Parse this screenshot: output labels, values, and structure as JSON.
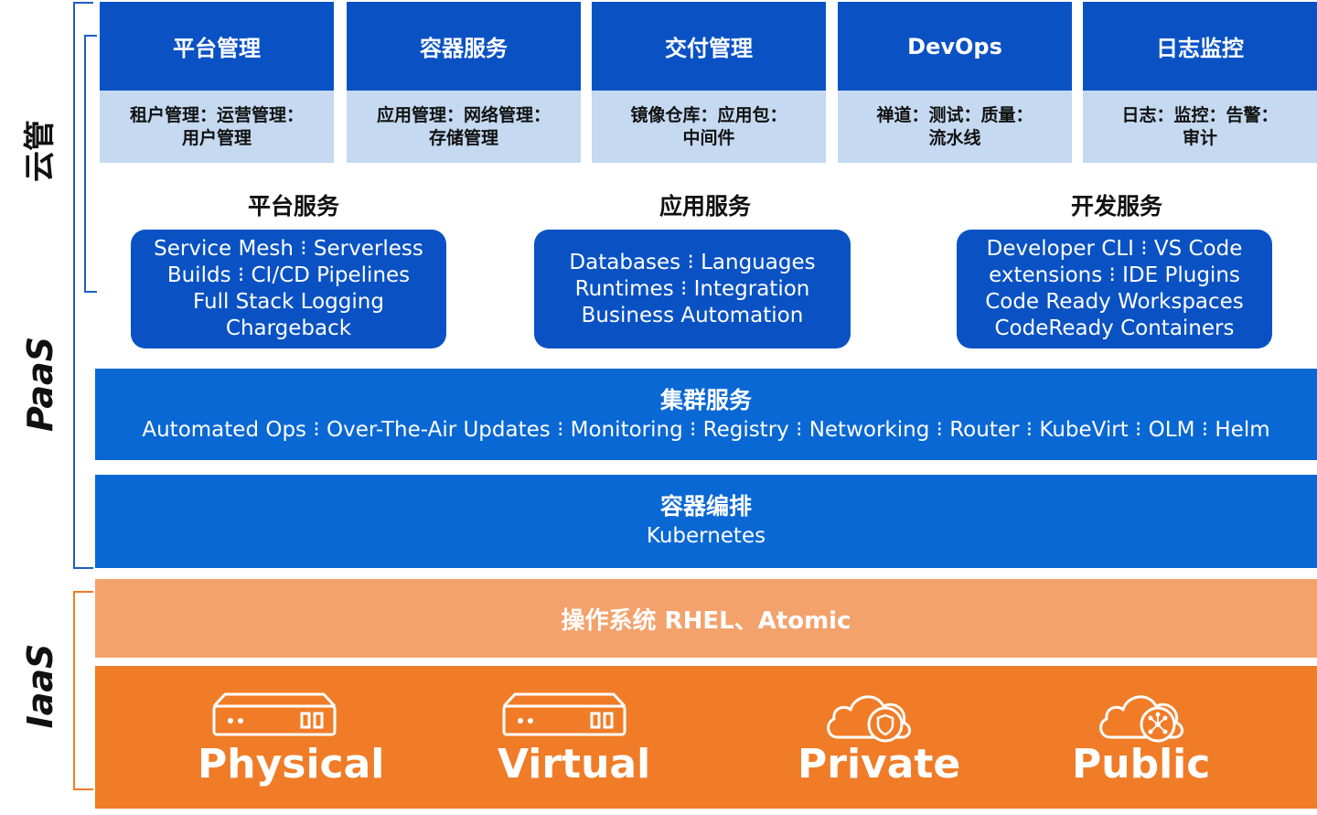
{
  "side_labels": {
    "cloud_mgmt": "云管",
    "paas": "PaaS",
    "iaas": "IaaS"
  },
  "management": [
    {
      "title": "平台管理",
      "line1": "租户管理：运营管理：",
      "line2": "用户管理"
    },
    {
      "title": "容器服务",
      "line1": "应用管理：网络管理：",
      "line2": "存储管理"
    },
    {
      "title": "交付管理",
      "line1": "镜像仓库：应用包：",
      "line2": "中间件"
    },
    {
      "title": "DevOps",
      "line1": "禅道：测试：质量：",
      "line2": "流水线"
    },
    {
      "title": "日志监控",
      "line1": "日志：监控：告警：",
      "line2": "审计"
    }
  ],
  "services": [
    {
      "title": "平台服务",
      "lines": [
        "Service Mesh ⁝ Serverless",
        "Builds ⁝ CI/CD Pipelines",
        "Full Stack Logging",
        "Chargeback"
      ]
    },
    {
      "title": "应用服务",
      "lines": [
        "Databases ⁝ Languages",
        "Runtimes ⁝ Integration",
        "Business Automation"
      ]
    },
    {
      "title": "开发服务",
      "lines": [
        "Developer CLI ⁝ VS Code",
        "extensions ⁝ IDE Plugins",
        "Code Ready Workspaces",
        "CodeReady Containers"
      ]
    }
  ],
  "cluster": {
    "title": "集群服务",
    "items": "Automated Ops ⁝ Over-The-Air Updates ⁝ Monitoring ⁝ Registry ⁝ Networking ⁝ Router ⁝ KubeVirt ⁝ OLM ⁝ Helm"
  },
  "orchestration": {
    "title": "容器编排",
    "subtitle": "Kubernetes"
  },
  "os": {
    "label": "操作系统 RHEL、Atomic"
  },
  "infrastructure": [
    {
      "label": "Physical",
      "icon": "server-icon"
    },
    {
      "label": "Virtual",
      "icon": "server-icon"
    },
    {
      "label": "Private",
      "icon": "cloud-shield-icon"
    },
    {
      "label": "Public",
      "icon": "cloud-network-icon"
    }
  ],
  "colors": {
    "dark_blue": "#0a52c4",
    "mid_blue": "#0a68d4",
    "light_blue": "#c5d9f1",
    "light_orange": "#f4a26c",
    "orange": "#f07c28",
    "bracket_blue": "#1f5fbf",
    "bracket_orange": "#f07c28"
  }
}
